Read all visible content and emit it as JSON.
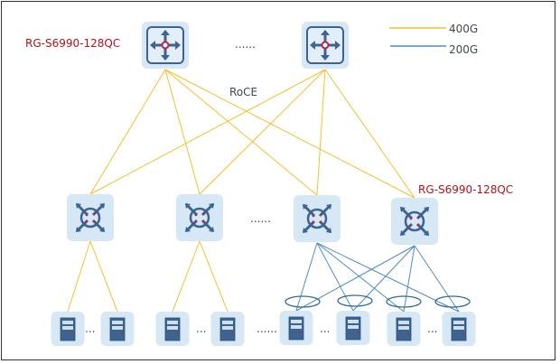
{
  "labels": {
    "spine_model": "RG-S6990-128QC",
    "leaf_model": "RG-S6990-128QC",
    "protocol": "RoCE"
  },
  "legend": [
    {
      "label": "400G",
      "color": "#f2c12e"
    },
    {
      "label": "200G",
      "color": "#4f8cc0"
    }
  ],
  "ellipsis": {
    "long": "......",
    "short": "..."
  },
  "colors": {
    "node_bg": "#d8e8f6",
    "icon": "#3d6390",
    "accent_red": "#c0243b"
  },
  "topology": {
    "spines": 2,
    "leaves": 4,
    "servers": 8,
    "spine_leaf_links": "full-mesh 400G",
    "leaf_server_links": {
      "leaves_1_2": "400G single-homed pairs",
      "leaves_3_4": "200G dual-homed (bonded)"
    }
  }
}
